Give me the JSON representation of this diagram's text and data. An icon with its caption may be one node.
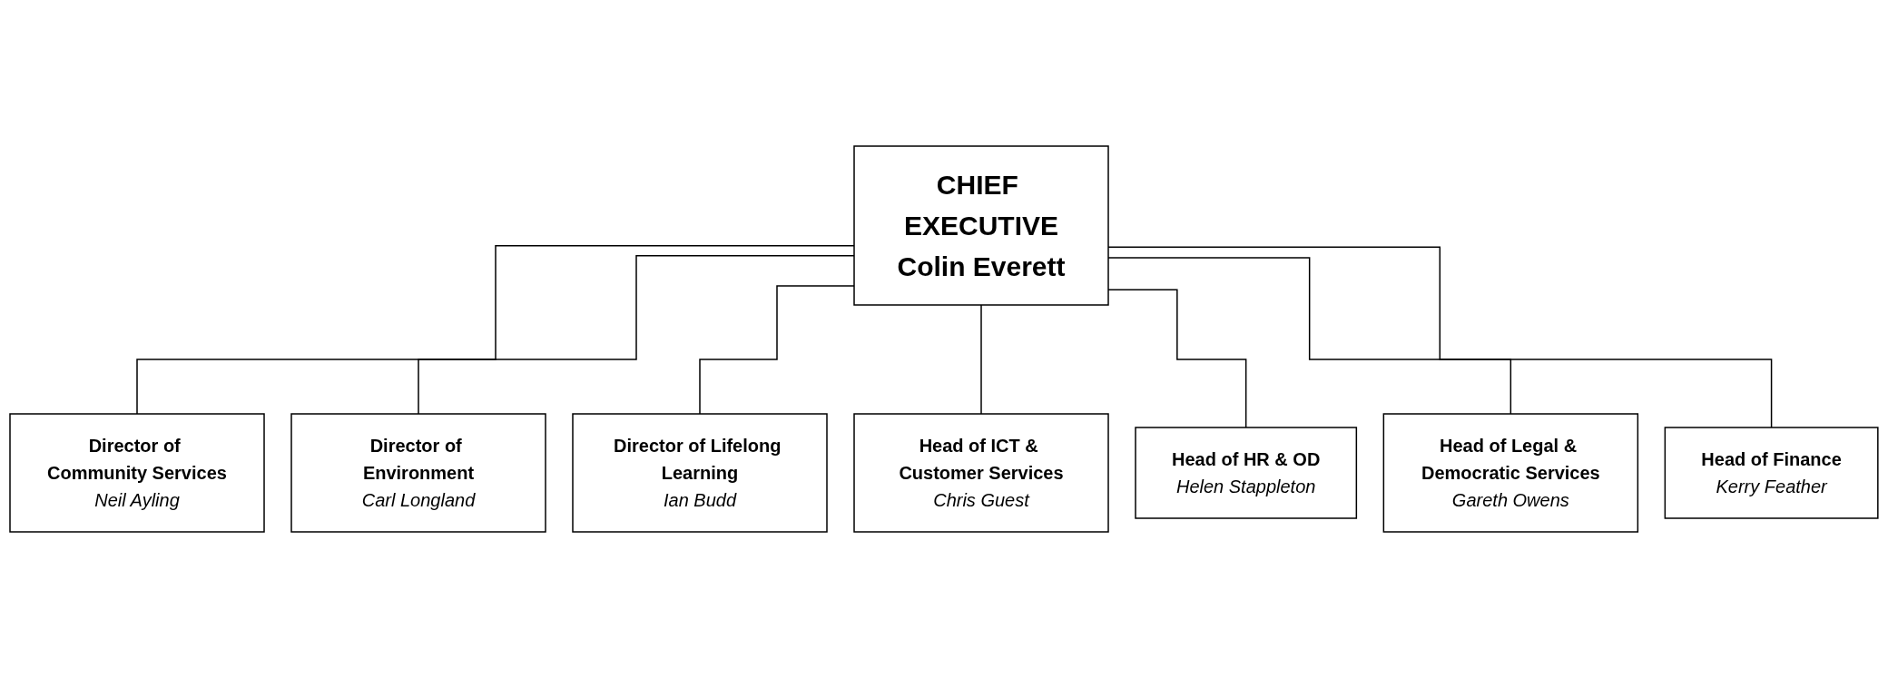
{
  "diagram": {
    "nodes": [
      {
        "text": [
          "CHIEF EXECUTIVE",
          "Colin Everett"
        ]
      },
      {
        "text": [
          "Director of Community Services",
          "Neil Ayling"
        ]
      },
      {
        "text": [
          "Director of Environment",
          "Carl Longland"
        ]
      },
      {
        "text": [
          "Director of Lifelong Learning",
          "Ian Budd"
        ]
      },
      {
        "text": [
          "Head of ICT & Customer Services",
          "Chris Guest"
        ]
      },
      {
        "text": [
          "Head of HR & OD",
          "Helen Stappleton"
        ]
      },
      {
        "text": [
          "Head of Legal & Democratic Services",
          "Gareth Owens"
        ]
      },
      {
        "text": [
          "Head of Finance",
          "Kerry Feather"
        ]
      }
    ],
    "edges": [
      {
        "from": 0,
        "to": 1,
        "arrow": "none"
      },
      {
        "from": 0,
        "to": 2,
        "arrow": "none"
      },
      {
        "from": 0,
        "to": 3,
        "arrow": "none"
      },
      {
        "from": 0,
        "to": 4,
        "arrow": "none"
      },
      {
        "from": 0,
        "to": 5,
        "arrow": "none"
      },
      {
        "from": 0,
        "to": 6,
        "arrow": "none"
      },
      {
        "from": 0,
        "to": 7,
        "arrow": "none"
      }
    ]
  }
}
